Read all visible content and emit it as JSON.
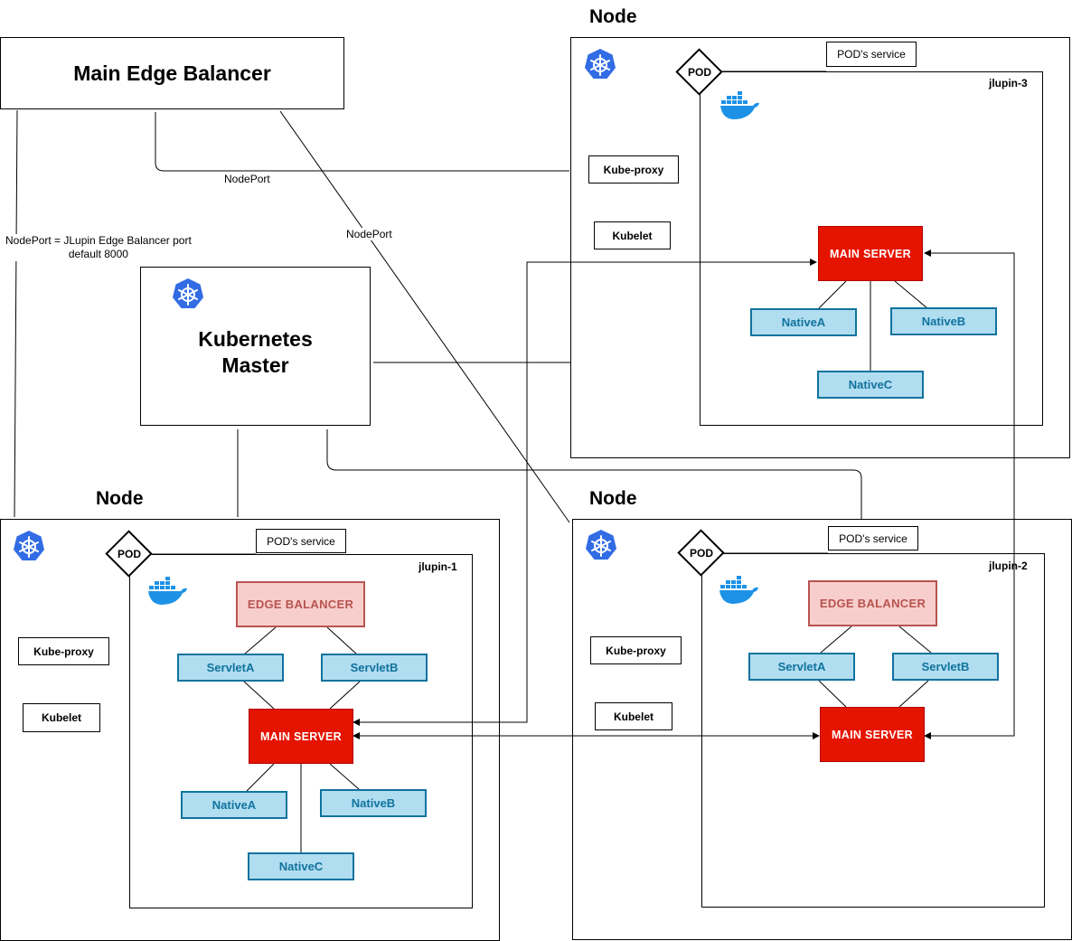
{
  "main_edge_balancer": {
    "label": "Main Edge Balancer"
  },
  "kubernetes_master": {
    "label_line1": "Kubernetes",
    "label_line2": "Master"
  },
  "connections": {
    "nodeport_top": "NodePort",
    "nodeport_diag": "NodePort",
    "nodeport_left_line1": "NodePort = JLupin Edge Balancer port",
    "nodeport_left_line2": "default 8000"
  },
  "nodes": {
    "top_right": {
      "title": "Node",
      "pod_service": "POD's service",
      "pod": "POD",
      "pod_name": "jlupin-3",
      "kube_proxy": "Kube-proxy",
      "kubelet": "Kubelet",
      "main_server": "MAIN SERVER",
      "native_a": "NativeA",
      "native_b": "NativeB",
      "native_c": "NativeC"
    },
    "bottom_left": {
      "title": "Node",
      "pod_service": "POD's service",
      "pod": "POD",
      "pod_name": "jlupin-1",
      "kube_proxy": "Kube-proxy",
      "kubelet": "Kubelet",
      "edge_balancer": "EDGE BALANCER",
      "servlet_a": "ServletA",
      "servlet_b": "ServletB",
      "main_server": "MAIN SERVER",
      "native_a": "NativeA",
      "native_b": "NativeB",
      "native_c": "NativeC"
    },
    "bottom_right": {
      "title": "Node",
      "pod_service": "POD's service",
      "pod": "POD",
      "pod_name": "jlupin-2",
      "kube_proxy": "Kube-proxy",
      "kubelet": "Kubelet",
      "edge_balancer": "EDGE BALANCER",
      "servlet_a": "ServletA",
      "servlet_b": "ServletB",
      "main_server": "MAIN SERVER"
    }
  },
  "icons": {
    "kubernetes": "kubernetes-icon",
    "docker": "docker-icon"
  },
  "colors": {
    "main_server_fill": "#e51400",
    "edge_balancer_fill": "#f8cecc",
    "edge_balancer_stroke": "#b85450",
    "service_fill": "#b1ddf0",
    "service_stroke": "#10739e",
    "kubernetes_blue": "#326ce5",
    "docker_blue": "#1d91e6"
  }
}
